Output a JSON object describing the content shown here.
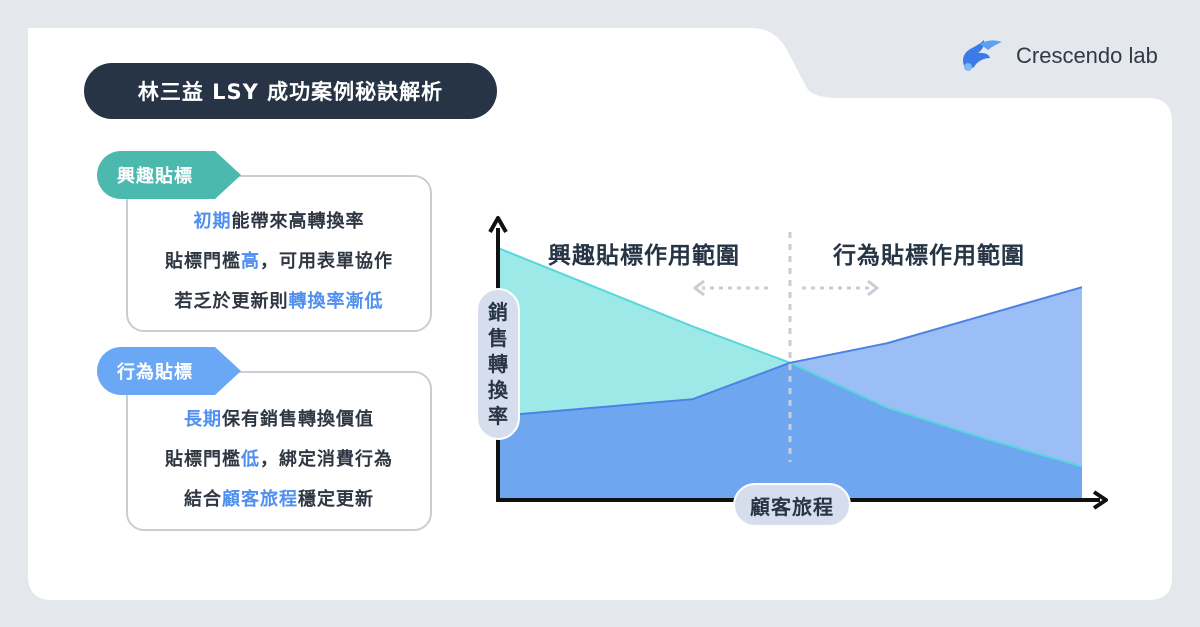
{
  "title": "林三益 LSY 成功案例秘訣解析",
  "logo": {
    "text": "Crescendo lab",
    "icon": "crescendo-bird-logo"
  },
  "interest_tag": {
    "label": "興趣貼標",
    "lines": [
      [
        {
          "t": "初期",
          "hl": true
        },
        {
          "t": "能帶來高轉換率",
          "hl": false
        }
      ],
      [
        {
          "t": "貼標門檻",
          "hl": false
        },
        {
          "t": "高",
          "hl": true
        },
        {
          "t": "，可用表單協作",
          "hl": false
        }
      ],
      [
        {
          "t": "若乏於更新則",
          "hl": false
        },
        {
          "t": "轉換率漸低",
          "hl": true
        }
      ]
    ]
  },
  "behavior_tag": {
    "label": "行為貼標",
    "lines": [
      [
        {
          "t": "長期",
          "hl": true
        },
        {
          "t": "保有銷售轉換價值",
          "hl": false
        }
      ],
      [
        {
          "t": "貼標門檻",
          "hl": false
        },
        {
          "t": "低",
          "hl": true
        },
        {
          "t": "，綁定消費行為",
          "hl": false
        }
      ],
      [
        {
          "t": "結合",
          "hl": false
        },
        {
          "t": "顧客旅程",
          "hl": true
        },
        {
          "t": "穩定更新",
          "hl": false
        }
      ]
    ]
  },
  "chart": {
    "y_label_chars": [
      "銷",
      "售",
      "轉",
      "換",
      "率"
    ],
    "x_label": "顧客旅程",
    "region_left": "興趣貼標作用範圍",
    "region_right": "行為貼標作用範圍"
  },
  "chart_data": {
    "type": "area",
    "x": [
      0,
      1,
      2,
      3,
      4,
      5,
      6
    ],
    "ylim": [
      0,
      10
    ],
    "series": [
      {
        "name": "興趣貼標",
        "values": [
          9.0,
          7.6,
          6.2,
          4.9,
          3.3,
          2.2,
          1.2
        ],
        "color": "#9ce9e8"
      },
      {
        "name": "行為貼標",
        "values": [
          3.0,
          3.3,
          3.6,
          4.9,
          5.6,
          6.6,
          7.6
        ],
        "color": "#8ab3f5"
      }
    ],
    "divider_x": 3
  },
  "colors": {
    "dark": "#263445",
    "accent": "#4f8ff0",
    "teal": "#4bb9ad",
    "blue": "#6aa7f5"
  }
}
